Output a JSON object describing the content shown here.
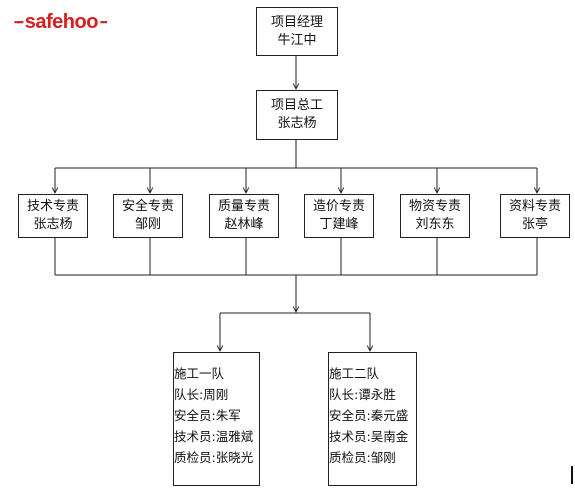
{
  "logo": {
    "dots_left": "▪▪▪▪",
    "text": "safehoo",
    "dots_right": "▪▪▪"
  },
  "chart": {
    "top": [
      {
        "title": "项目经理",
        "name": "牛江中"
      },
      {
        "title": "项目总工",
        "name": "张志杨"
      }
    ],
    "departments": [
      {
        "title": "技术专责",
        "name": "张志杨"
      },
      {
        "title": "安全专责",
        "name": "邹刚"
      },
      {
        "title": "质量专责",
        "name": "赵林峰"
      },
      {
        "title": "造价专责",
        "name": "丁建峰"
      },
      {
        "title": "物资专责",
        "name": "刘东东"
      },
      {
        "title": "资料专责",
        "name": "张亭"
      }
    ],
    "teams": [
      {
        "lines": [
          "施工一队",
          "队长:周刚",
          "安全员:朱军",
          "技术员:温雅斌",
          "质检员:张晓光"
        ]
      },
      {
        "lines": [
          "施工二队",
          "队长:谭永胜",
          "安全员:秦元盛",
          "技术员:吴南金",
          "质检员:邹刚"
        ]
      }
    ]
  }
}
